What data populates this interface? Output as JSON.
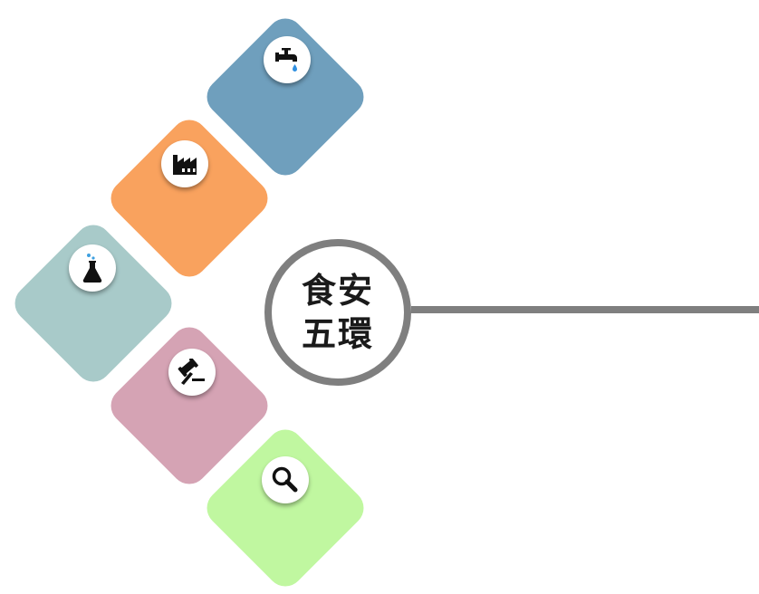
{
  "center": {
    "line1": "食安",
    "line2": "五環"
  },
  "colors": {
    "water": "#6f9fbd",
    "factory": "#f9a25e",
    "lab": "#a8cac9",
    "law": "#d5a3b4",
    "search": "#c0f7a0",
    "ring": "#7f7f7f",
    "connector": "#7f7f7f"
  },
  "segments": [
    {
      "name": "water",
      "icon": "faucet-icon"
    },
    {
      "name": "factory",
      "icon": "factory-icon"
    },
    {
      "name": "lab",
      "icon": "flask-icon"
    },
    {
      "name": "law",
      "icon": "gavel-icon"
    },
    {
      "name": "search",
      "icon": "magnifier-icon"
    }
  ]
}
